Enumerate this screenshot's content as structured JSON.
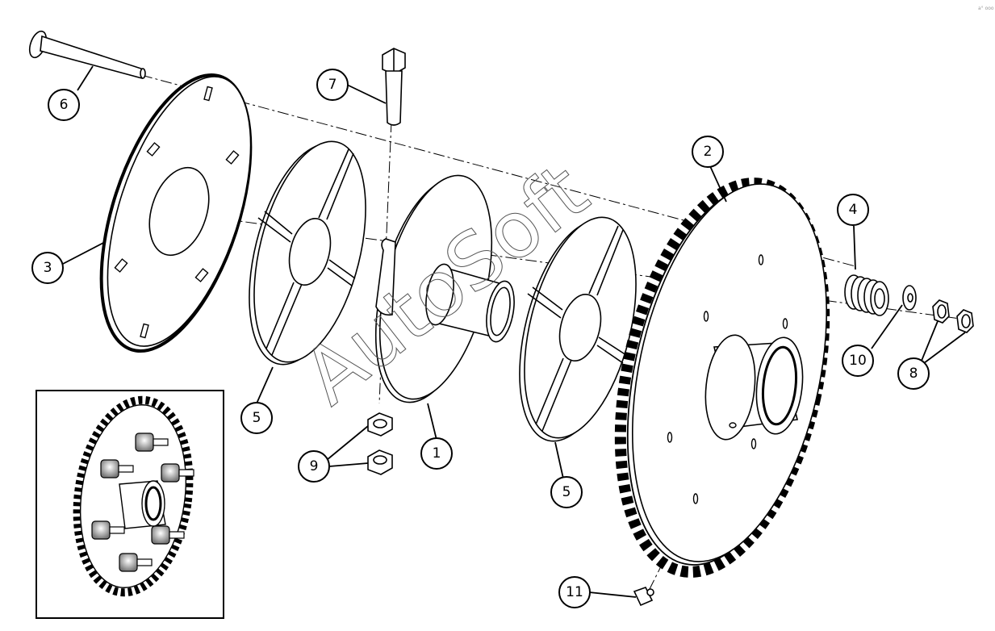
{
  "callouts": {
    "c1": "1",
    "c2": "2",
    "c3": "3",
    "c4": "4",
    "c5a": "5",
    "c5b": "5",
    "c6": "6",
    "c7": "7",
    "c8": "8",
    "c9": "9",
    "c10": "10",
    "c11": "11"
  },
  "watermark": "AutoSoft",
  "corner_mark": "a° ooo"
}
